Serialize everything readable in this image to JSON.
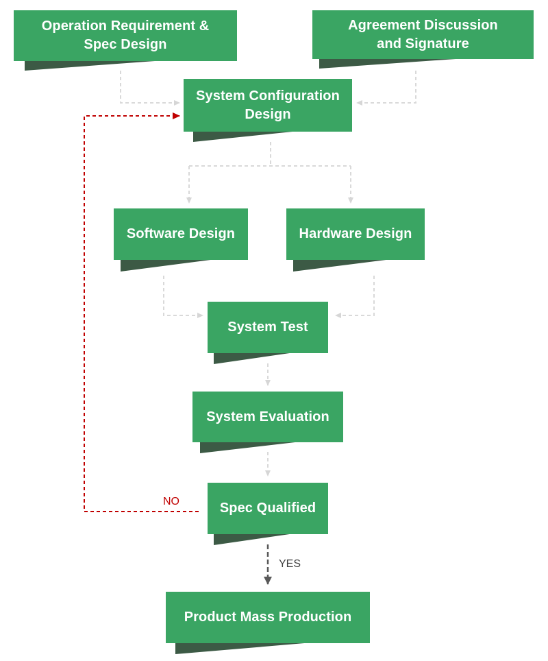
{
  "nodes": {
    "operation_requirement": "Operation Requirement & Spec Design",
    "agreement_discussion": "Agreement Discussion and Signature",
    "system_configuration": "System Configuration Design",
    "software_design": "Software Design",
    "hardware_design": "Hardware Design",
    "system_test": "System Test",
    "system_evaluation": "System Evaluation",
    "spec_qualified": "Spec Qualified",
    "product_mass_production": "Product Mass Production"
  },
  "edge_labels": {
    "no": "NO",
    "yes": "YES"
  },
  "colors": {
    "node_fill": "#3aa563",
    "node_shadow": "#3c5a45",
    "node_text": "#ffffff",
    "connector": "#d9d9d9",
    "feedback_loop": "#c00000",
    "yes_arrow": "#595959"
  }
}
